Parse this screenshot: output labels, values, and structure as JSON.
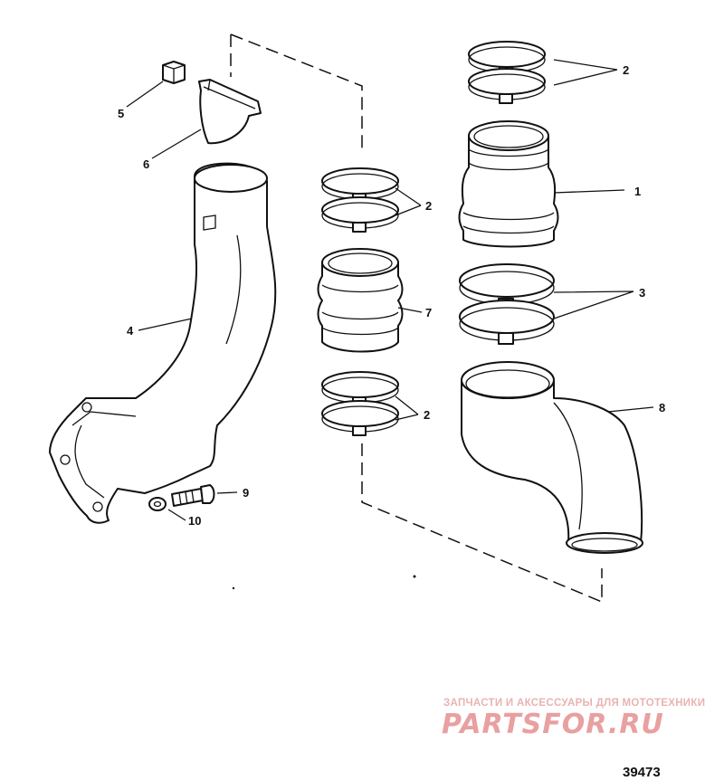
{
  "figure_number": "39473",
  "callouts": [
    "1",
    "2",
    "2",
    "2",
    "2",
    "3",
    "4",
    "5",
    "6",
    "7",
    "8",
    "9",
    "10"
  ],
  "watermark": {
    "tagline": "ЗАПЧАСТИ И АКСЕССУАРЫ ДЛЯ МОТОТЕХНИКИ",
    "logo_text": "PARTSFOR.RU"
  },
  "colors": {
    "line": "#111111",
    "watermark": "#e9a0a0"
  }
}
